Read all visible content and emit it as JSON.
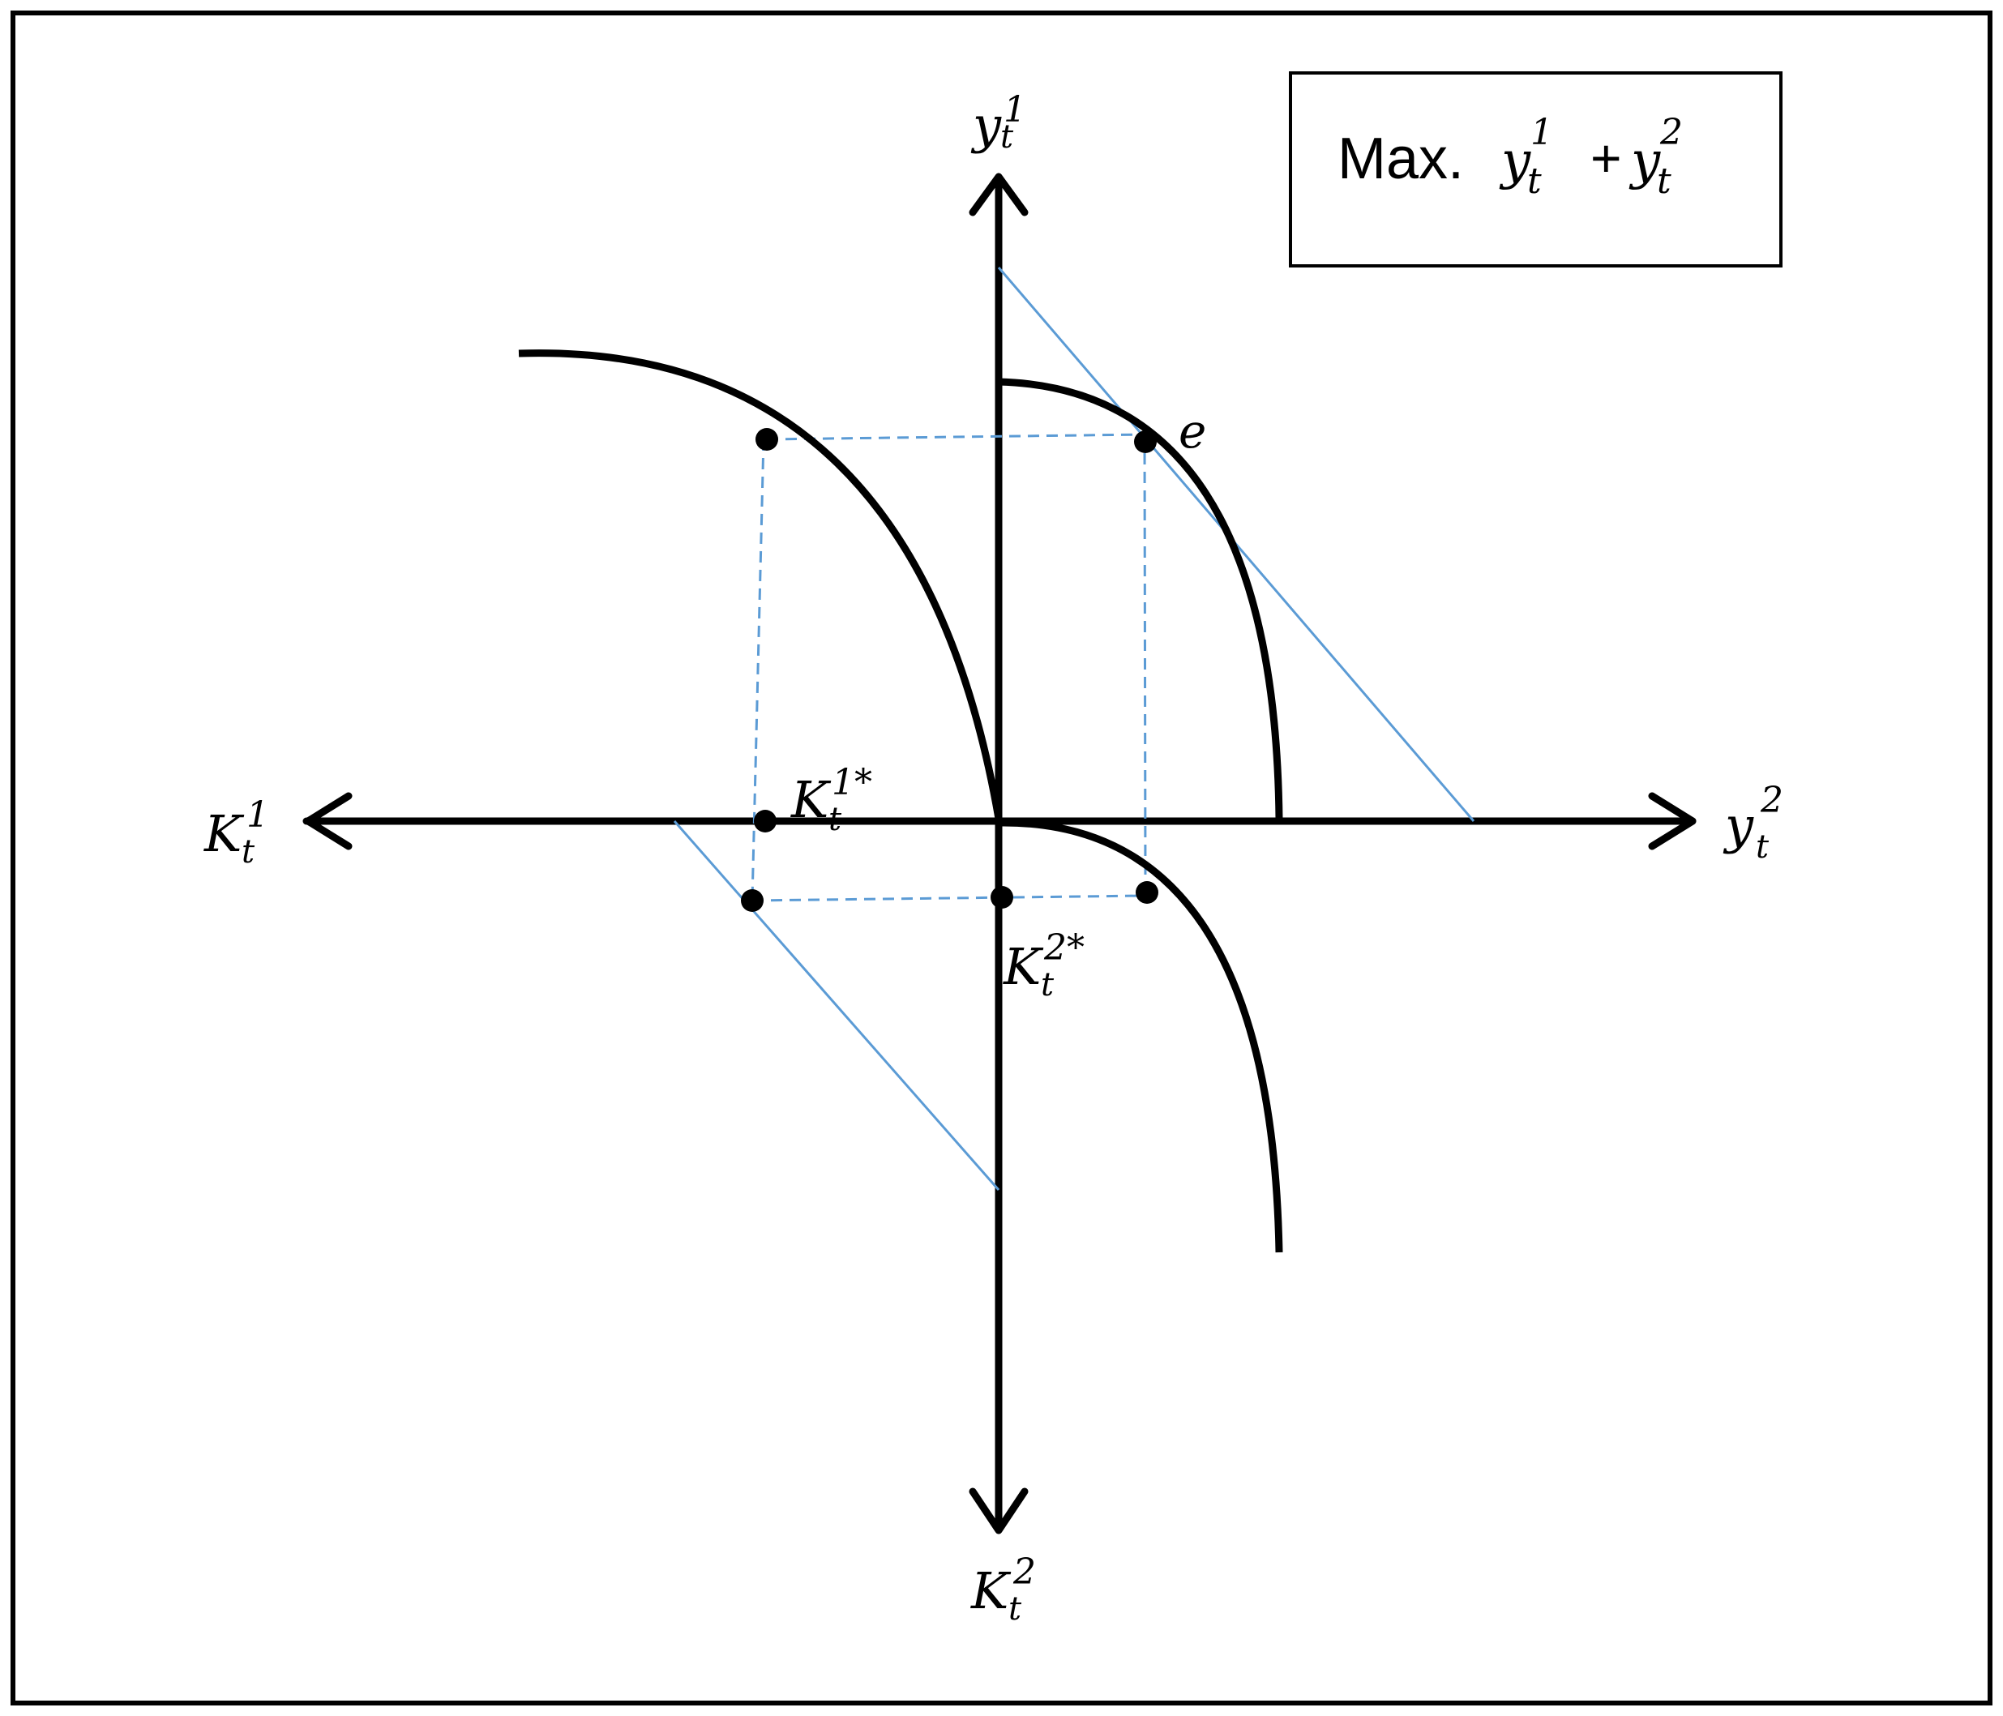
{
  "legend": {
    "prefix": "Max.",
    "term1": {
      "base": "y",
      "sub": "t",
      "sup": "1"
    },
    "plus": "+",
    "term2": {
      "base": "y",
      "sub": "t",
      "sup": "2"
    }
  },
  "axes": {
    "up": {
      "base": "y",
      "sub": "t",
      "sup": "1"
    },
    "right": {
      "base": "y",
      "sub": "t",
      "sup": "2"
    },
    "left": {
      "base": "K",
      "sub": "t",
      "sup": "1"
    },
    "down": {
      "base": "K",
      "sub": "t",
      "sup": "2"
    }
  },
  "points": {
    "optimum": "e",
    "k1_star": {
      "base": "K",
      "sub": "t",
      "sup": "1*"
    },
    "k2_star": {
      "base": "K",
      "sub": "t",
      "sup": "2*"
    }
  },
  "colors": {
    "ink": "#000000",
    "guide": "#5b9bd5"
  }
}
